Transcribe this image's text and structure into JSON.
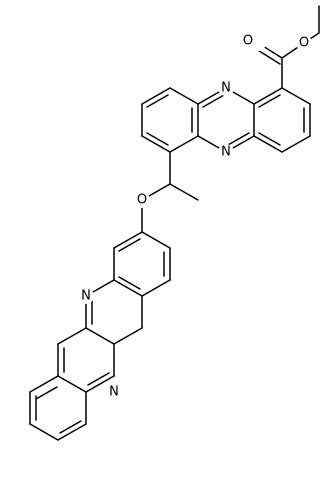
{
  "structure": {
    "atom_labels": {
      "o_carbonyl": "O",
      "o_ester": "O",
      "n_top_1": "N",
      "n_top_2": "N",
      "o_ether": "O",
      "n_bottom_1": "N",
      "n_bottom_2": "N"
    }
  }
}
